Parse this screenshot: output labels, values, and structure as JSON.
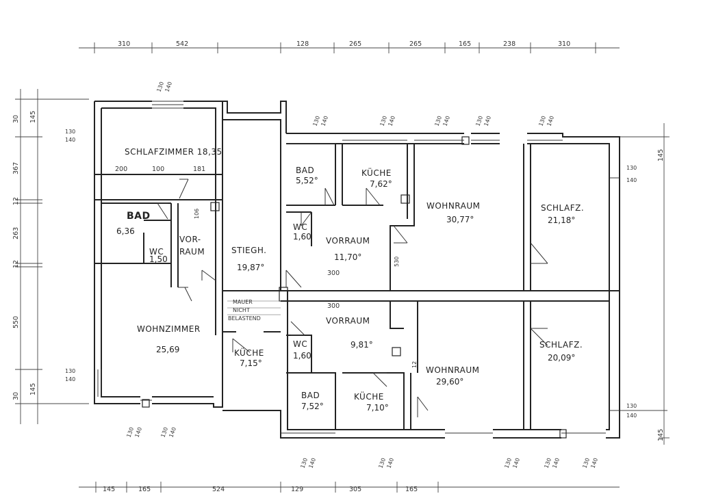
{
  "rooms": {
    "schlafzimmer": {
      "label": "SCHLAFZIMMER 18,35"
    },
    "bad_left": {
      "label": "BAD",
      "area": "6,36"
    },
    "wc_left": {
      "label": "WC",
      "area": "1,50"
    },
    "vorraum_left": {
      "label1": "VOR-",
      "label2": "RAUM"
    },
    "stiegenhaus": {
      "label": "STIEGH.",
      "area": "19,87°"
    },
    "wohnzimmer": {
      "label": "WOHNZIMMER",
      "area": "25,69"
    },
    "kueche_left": {
      "label": "KÜCHE",
      "area": "7,15°"
    },
    "bad_top": {
      "label": "BAD",
      "area": "5,52°"
    },
    "kueche_top": {
      "label": "KÜCHE",
      "area": "7,62°"
    },
    "wc_top": {
      "label": "WC",
      "area": "1,60"
    },
    "vorraum_top": {
      "label": "VORRAUM",
      "area": "11,70°"
    },
    "wohnraum_top": {
      "label": "WOHNRAUM",
      "area": "30,77°"
    },
    "schlafz_top": {
      "label": "SCHLAFZ.",
      "area": "21,18°"
    },
    "vorraum_bottom": {
      "label": "VORRAUM",
      "area": "9,81°"
    },
    "wc_bottom": {
      "label": "WC",
      "area": "1,60"
    },
    "wohnraum_bottom": {
      "label": "WOHNRAUM",
      "area": "29,60°"
    },
    "schlafz_bottom": {
      "label": "SCHLAFZ.",
      "area": "20,09°"
    },
    "bad_bottom": {
      "label": "BAD",
      "area": "7,52°"
    },
    "kueche_bottom": {
      "label": "KÜCHE",
      "area": "7,10°"
    }
  },
  "notes": {
    "mauer1": "MAUER",
    "mauer2": "NICHT",
    "mauer3": "BELASTEND"
  },
  "dimensions": {
    "top": [
      "310",
      "542",
      "128",
      "265",
      "265",
      "165",
      "238",
      "310"
    ],
    "bottom": [
      "145",
      "165",
      "524",
      "129",
      "305",
      "165",
      "",
      "",
      "",
      ""
    ],
    "left": [
      "30",
      "145",
      "367",
      "12",
      "263",
      "12",
      "550",
      "145",
      "30"
    ],
    "inner": [
      "200",
      "100",
      "181",
      "300",
      "300",
      "106",
      "530",
      "12"
    ],
    "window_marks": [
      "130",
      "140"
    ],
    "right": [
      "145",
      "130",
      "140",
      "130",
      "140",
      "145"
    ]
  }
}
